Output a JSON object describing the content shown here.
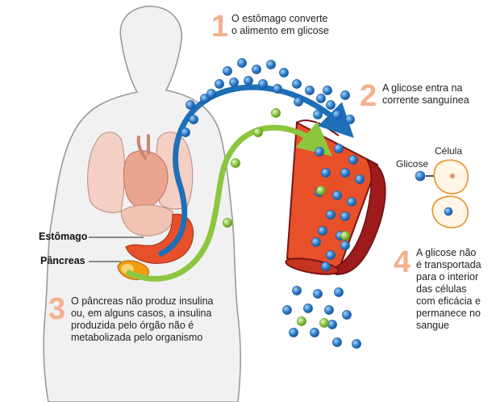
{
  "steps": [
    {
      "number": "1",
      "text": "O estômago converte\no alimento em glicose"
    },
    {
      "number": "2",
      "text": "A glicose entra na\ncorrente sanguínea"
    },
    {
      "number": "3",
      "text": "O pâncreas não produz insulina\nou, em alguns casos, a insulina\nproduzida pelo órgão não é\nmetabolizada pelo organismo"
    },
    {
      "number": "4",
      "text": "A glicose não\né transportada\npara o interior\ndas células\ncom eficácia e\npermanece no\nsangue"
    }
  ],
  "organs": {
    "stomach": "Estômago",
    "pancreas": "Pâncreas"
  },
  "legend": {
    "glucose": "Glicose",
    "cell": "Célula"
  },
  "colors": {
    "blue_arrow": "#1e6fb8",
    "green_arrow": "#8cc63f",
    "vessel": "#e8502a",
    "vessel_dark": "#9e1b1b",
    "glucose": "#2f7fd0",
    "insulin": "#8cc63f",
    "step_number": "#f4b08f",
    "stomach": "#e8502a",
    "pancreas": "#f39c12",
    "lungs": "#f2c9bc",
    "heart": "#e8a08a"
  }
}
